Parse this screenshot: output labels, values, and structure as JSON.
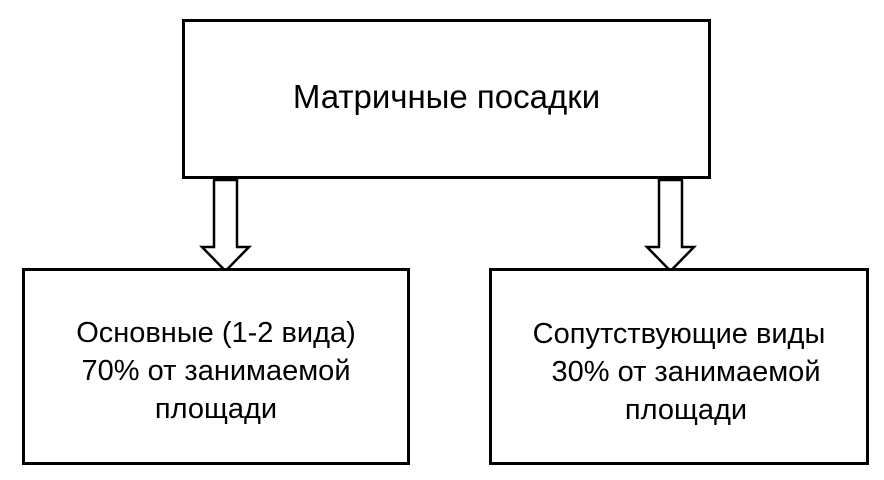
{
  "top_box": {
    "text": "Матричные посадки"
  },
  "left_box": {
    "line1": "Основные (1-2 вида)",
    "line2": "70% от занимаемой",
    "line3": "площади"
  },
  "right_box": {
    "line1": "Сопутствующие виды",
    "line2": "30% от занимаемой",
    "line3": "площади"
  },
  "colors": {
    "stroke": "#000000",
    "fill": "#ffffff"
  }
}
